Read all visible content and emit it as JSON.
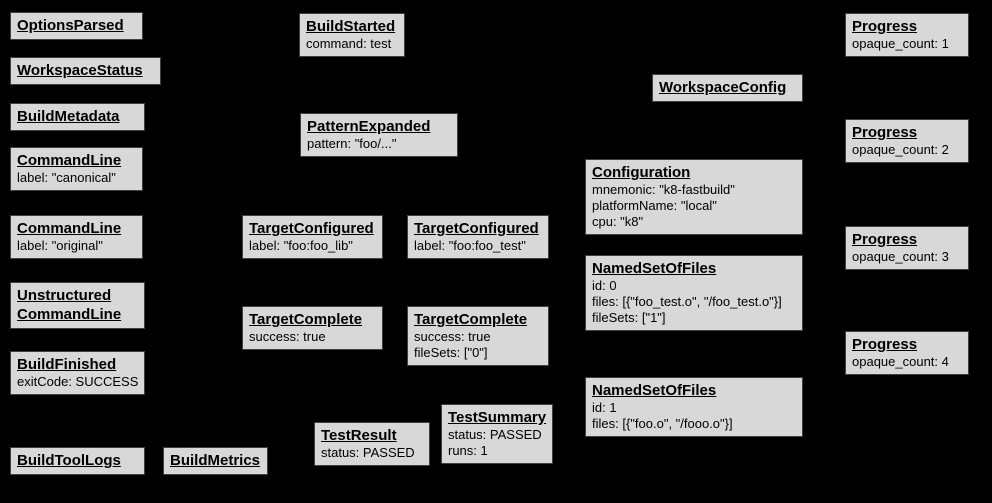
{
  "diagram": {
    "description": "Bazel Build Event Protocol event graph",
    "colors": {
      "background": "#000000",
      "box_fill": "#d8d8d8",
      "box_border": "#3f3f3f",
      "text": "#000000"
    }
  },
  "boxes": [
    {
      "id": "options-parsed",
      "title": "OptionsParsed",
      "lines": []
    },
    {
      "id": "workspace-status",
      "title": "WorkspaceStatus",
      "lines": []
    },
    {
      "id": "build-metadata",
      "title": "BuildMetadata",
      "lines": []
    },
    {
      "id": "command-line-canonical",
      "title": "CommandLine",
      "lines": [
        "label: \"canonical\""
      ]
    },
    {
      "id": "command-line-original",
      "title": "CommandLine",
      "lines": [
        "label: \"original\""
      ]
    },
    {
      "id": "unstructured-command-line",
      "title": "Unstructured",
      "title2": "CommandLine",
      "lines": []
    },
    {
      "id": "build-finished",
      "title": "BuildFinished",
      "lines": [
        "exitCode: SUCCESS"
      ]
    },
    {
      "id": "build-tool-logs",
      "title": "BuildToolLogs",
      "lines": []
    },
    {
      "id": "build-metrics",
      "title": "BuildMetrics",
      "lines": []
    },
    {
      "id": "build-started",
      "title": "BuildStarted",
      "lines": [
        "command: test"
      ]
    },
    {
      "id": "pattern-expanded",
      "title": "PatternExpanded",
      "lines": [
        "pattern: \"foo/...\""
      ]
    },
    {
      "id": "target-configured-foo-lib",
      "title": "TargetConfigured",
      "lines": [
        "label: \"foo:foo_lib\""
      ]
    },
    {
      "id": "target-configured-foo-test",
      "title": "TargetConfigured",
      "lines": [
        "label: \"foo:foo_test\""
      ]
    },
    {
      "id": "target-complete-foo-lib",
      "title": "TargetComplete",
      "lines": [
        "success: true"
      ]
    },
    {
      "id": "target-complete-foo-test",
      "title": "TargetComplete",
      "lines": [
        "success: true",
        "fileSets: [\"0\"]"
      ]
    },
    {
      "id": "test-result",
      "title": "TestResult",
      "lines": [
        "status: PASSED"
      ]
    },
    {
      "id": "test-summary",
      "title": "TestSummary",
      "lines": [
        "status: PASSED",
        "runs: 1"
      ]
    },
    {
      "id": "workspace-config",
      "title": "WorkspaceConfig",
      "lines": []
    },
    {
      "id": "configuration",
      "title": "Configuration",
      "lines": [
        "mnemonic: \"k8-fastbuild\"",
        "platformName: \"local\"",
        "cpu: \"k8\""
      ]
    },
    {
      "id": "named-set-of-files-0",
      "title": "NamedSetOfFiles",
      "lines": [
        "id: 0",
        "files: [{\"foo_test.o\", \"/foo_test.o\"}]",
        "fileSets: [\"1\"]"
      ]
    },
    {
      "id": "named-set-of-files-1",
      "title": "NamedSetOfFiles",
      "lines": [
        "id: 1",
        "files: [{\"foo.o\", \"/fooo.o\"}]"
      ]
    },
    {
      "id": "progress-1",
      "title": "Progress",
      "lines": [
        "opaque_count: 1"
      ]
    },
    {
      "id": "progress-2",
      "title": "Progress",
      "lines": [
        "opaque_count: 2"
      ]
    },
    {
      "id": "progress-3",
      "title": "Progress",
      "lines": [
        "opaque_count: 3"
      ]
    },
    {
      "id": "progress-4",
      "title": "Progress",
      "lines": [
        "opaque_count: 4"
      ]
    }
  ]
}
